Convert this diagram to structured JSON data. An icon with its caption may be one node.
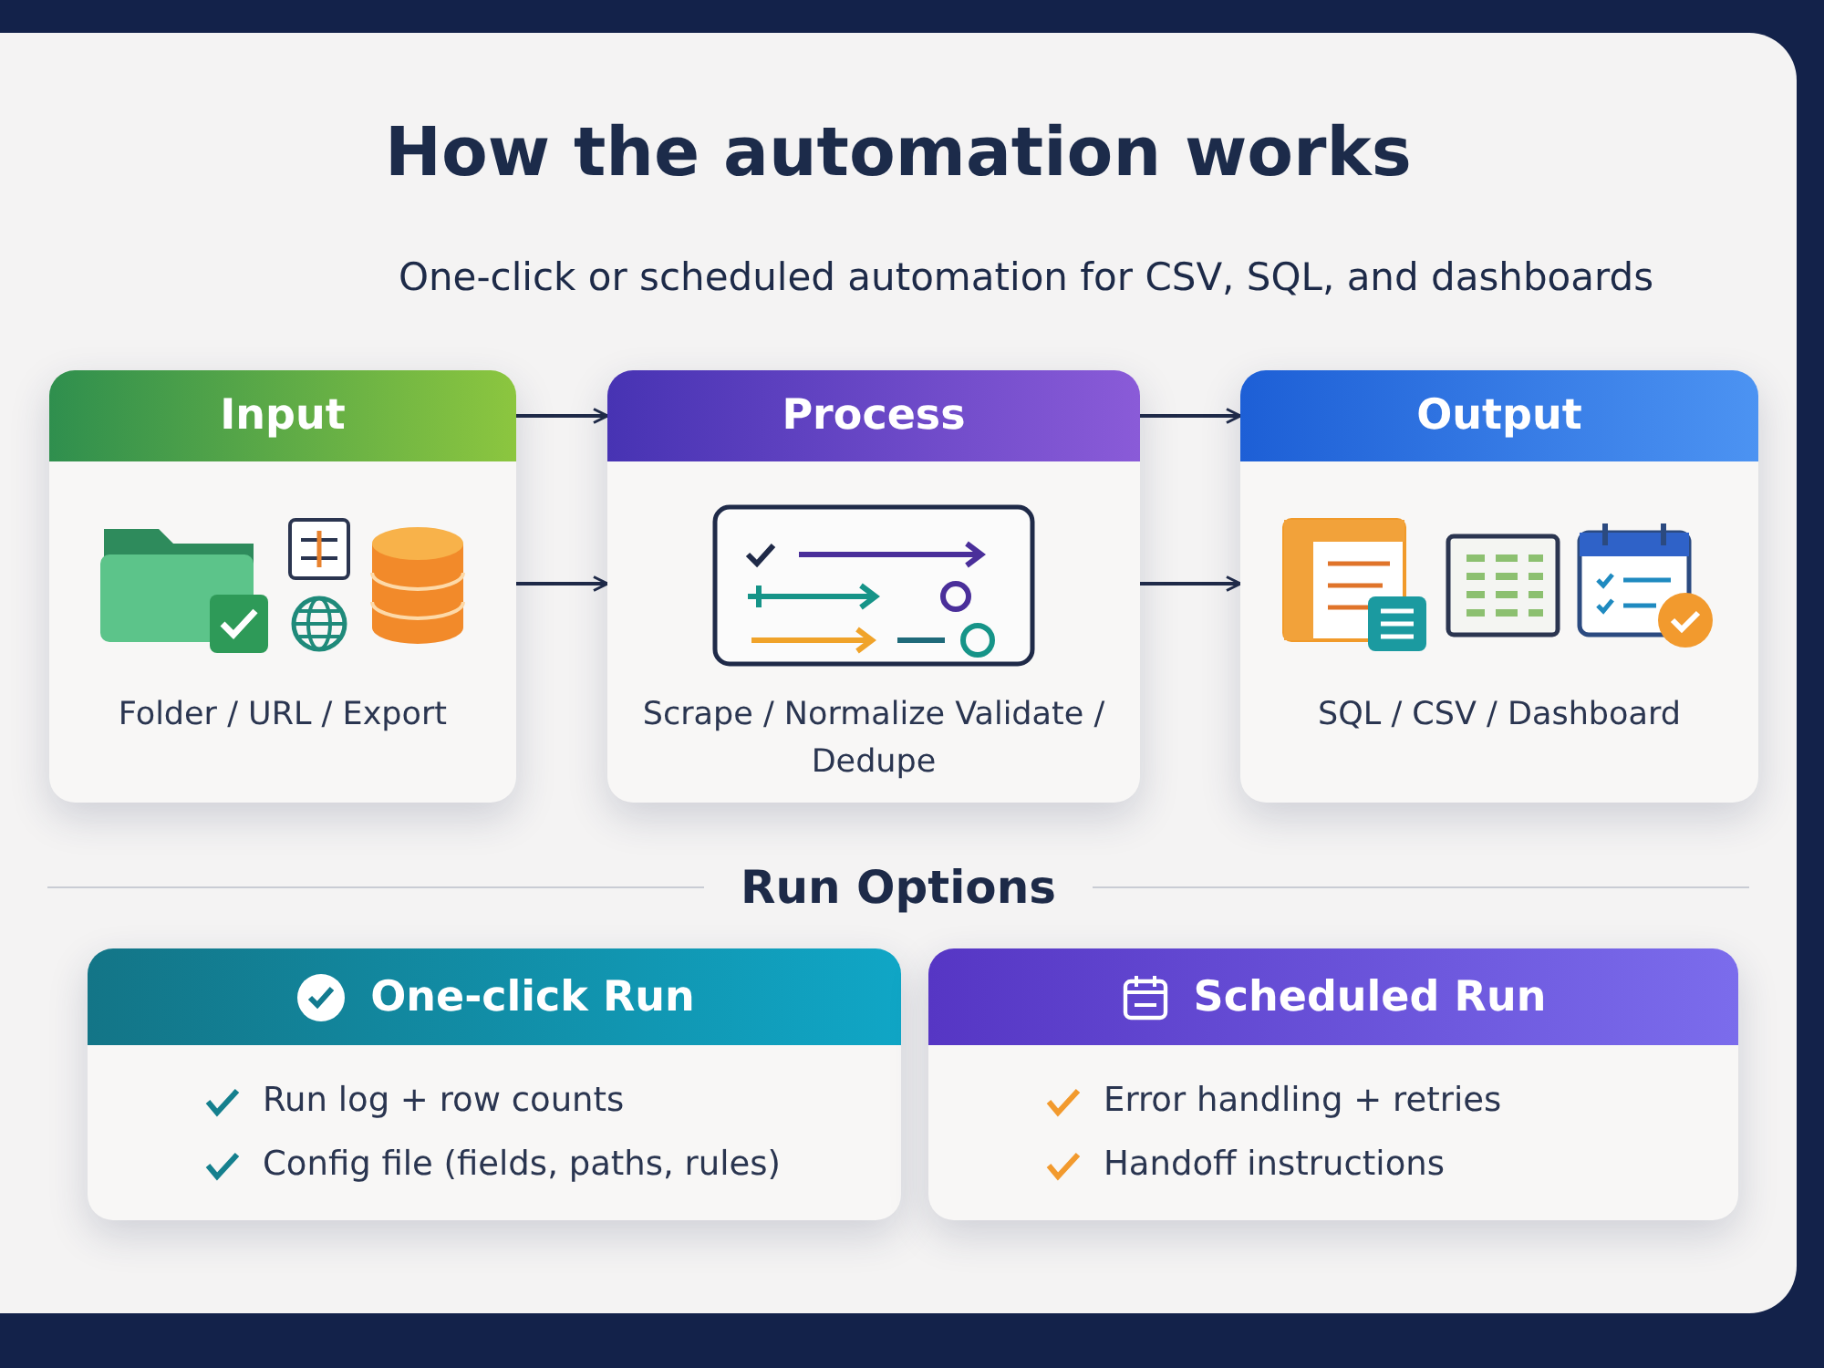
{
  "diagram": {
    "title": "How the automation works",
    "nodes": [
      {
        "text": [
          "Input",
          "Folder / URL / Export"
        ]
      },
      {
        "text": [
          "Process",
          "Scrape / Normalize Validate / Dedupe"
        ]
      },
      {
        "text": [
          "Output",
          "SQL / CSV / Dashboard"
        ]
      },
      {
        "text": [
          "One-click Run",
          "Run log + row counts",
          "Config file (fields, paths, rules)"
        ]
      },
      {
        "text": [
          "Scheduled Run",
          "Error handling + retries",
          "Handoff instructions"
        ]
      }
    ],
    "edges": [
      {
        "from": 0,
        "to": 1,
        "arrow": "to"
      },
      {
        "from": 0,
        "to": 1,
        "arrow": "to"
      },
      {
        "from": 1,
        "to": 2,
        "arrow": "to"
      },
      {
        "from": 1,
        "to": 2,
        "arrow": "to"
      }
    ],
    "labels": [
      "One-click or scheduled automation for CSV, SQL, and dashboards",
      "Run Options"
    ]
  }
}
